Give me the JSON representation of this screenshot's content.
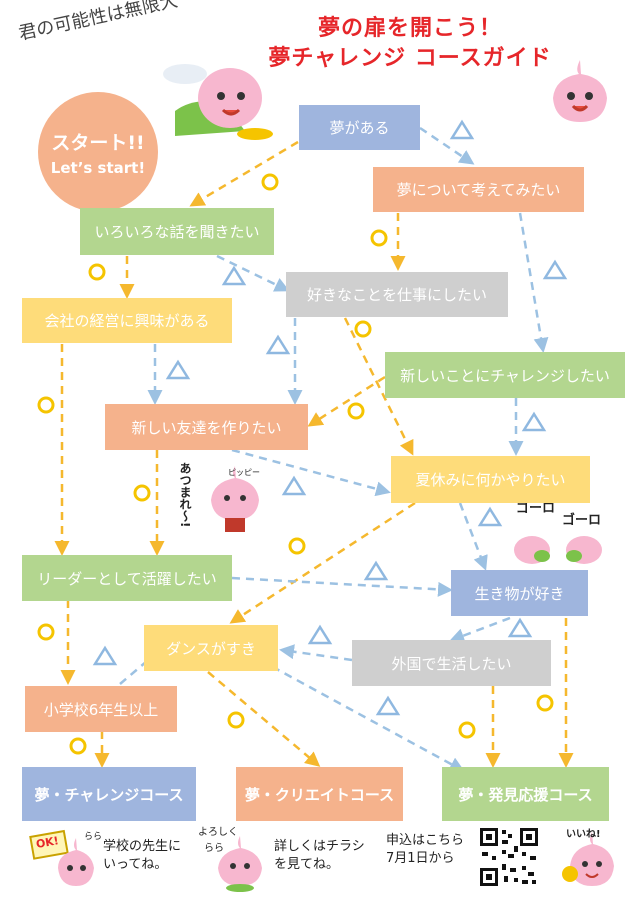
{
  "tagline": "君の可能性は無限大",
  "title": {
    "line1": "夢の扉を開こう！",
    "line2": "夢チャレンジ コースガイド"
  },
  "start": {
    "label": "スタート!!",
    "sub": "Let’s start!"
  },
  "nodes": {
    "yume_ga_aru": "夢がある",
    "yume_kangae": "夢について考えてみたい",
    "iroiro": "いろいろな話を聞きたい",
    "sukinakoto": "好きなことを仕事にしたい",
    "kaisha": "会社の経営に興味がある",
    "atarashii_challenge": "新しいことにチャレンジしたい",
    "tomodachi": "新しい友達を作りたい",
    "natsuyasumi": "夏休みに何かやりたい",
    "leader": "リーダーとして活躍したい",
    "ikimono": "生き物が好き",
    "dance": "ダンスがすき",
    "gaikoku": "外国で生活したい",
    "shogakko": "小学校6年生以上"
  },
  "courses": {
    "challenge": "夢・チャレンジコース",
    "create": "夢・クリエイトコース",
    "hakken": "夢・発見応援コース"
  },
  "speech": {
    "atsumare": "あつまれ〜!",
    "pippi": "ピッピー",
    "goro1": "ゴーロ",
    "goro2": "ゴーロ",
    "ok": "OK!",
    "rara": "らら",
    "yoroshiku": "よろしく",
    "rara2": "らら",
    "iine": "いいね!"
  },
  "footer": {
    "teacher": "学校の先生に\nいってね。",
    "flyer": "詳しくはチラシ\nを見てね。",
    "apply": "申込はこちら\n7月1日から"
  },
  "colors": {
    "yes_arrow": "#f5b82e",
    "no_arrow": "#9cc1e2",
    "blue": "#9fb5de",
    "peach": "#f5b28c",
    "green": "#b3d68f",
    "gray": "#cfcfcf",
    "yellow": "#fedc7a",
    "title_red": "#e6262a"
  }
}
